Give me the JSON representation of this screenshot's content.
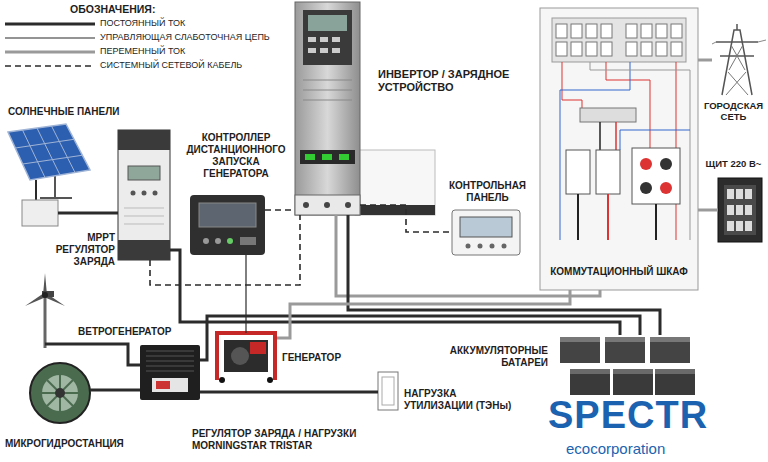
{
  "diagram": {
    "nodes": [
      {
        "text": [
          "СОЛНЕЧНЫЕ ПАНЕЛИ"
        ]
      },
      {
        "text": [
          "MPPT РЕГУЛЯТОР ЗАРЯДА"
        ]
      },
      {
        "text": [
          "КОНТРОЛЛЕР ДИСТАНЦИОННОГО ЗАПУСКА ГЕНЕРАТОРА"
        ]
      },
      {
        "text": [
          "ИНВЕРТОР / ЗАРЯДНОЕ УСТРОЙСТВО"
        ]
      },
      {
        "text": [
          "КОНТРОЛЬНАЯ ПАНЕЛЬ"
        ]
      },
      {
        "text": [
          "КОММУТАЦИОННЫЙ ШКАФ"
        ]
      },
      {
        "text": [
          "ГОРОДСКАЯ СЕТЬ"
        ]
      },
      {
        "text": [
          "ЩИТ 220 В~"
        ]
      },
      {
        "text": [
          "ВЕТРОГЕНЕРАТОР"
        ]
      },
      {
        "text": [
          "МИКРОГИДРОСТАНЦИЯ"
        ]
      },
      {
        "text": [
          "РЕГУЛЯТОР ЗАРЯДА / НАГРУЗКИ MORNINGSTAR TRISTAR"
        ]
      },
      {
        "text": [
          "ГЕНЕРАТОР"
        ]
      },
      {
        "text": [
          "НАГРУЗКА УТИЛИЗАЦИИ (ТЭНы)"
        ]
      },
      {
        "text": [
          "АККУМУЛЯТОРНЫЕ БАТАРЕИ"
        ]
      }
    ],
    "edges": [
      {
        "from": 0,
        "to": 1,
        "arrow": "none"
      },
      {
        "from": 1,
        "to": 3,
        "arrow": "none"
      },
      {
        "from": 1,
        "to": 13,
        "arrow": "none"
      },
      {
        "from": 2,
        "to": 3,
        "arrow": "none"
      },
      {
        "from": 2,
        "to": 11,
        "arrow": "none"
      },
      {
        "from": 3,
        "to": 4,
        "arrow": "none"
      },
      {
        "from": 3,
        "to": 5,
        "arrow": "none"
      },
      {
        "from": 3,
        "to": 13,
        "arrow": "none"
      },
      {
        "from": 5,
        "to": 6,
        "arrow": "none"
      },
      {
        "from": 5,
        "to": 7,
        "arrow": "none"
      },
      {
        "from": 8,
        "to": 10,
        "arrow": "none"
      },
      {
        "from": 9,
        "to": 10,
        "arrow": "none"
      },
      {
        "from": 10,
        "to": 12,
        "arrow": "none"
      },
      {
        "from": 10,
        "to": 13,
        "arrow": "none"
      },
      {
        "from": 11,
        "to": 5,
        "arrow": "none"
      }
    ],
    "labels": [
      "ОБОЗНАЧЕНИЯ:",
      "SPECTR",
      "ecocorporation"
    ],
    "legend": [
      {
        "text": "ПОСТОЯННЫЙ ТОК"
      },
      {
        "text": "УПРАВЛЯЮЩАЯ СЛАБОТОЧНАЯ ЦЕПЬ"
      },
      {
        "text": "ПЕРЕМЕННЫЙ ТОК"
      },
      {
        "text": "СИСТЕМНЫЙ СЕТЕВОЙ КАБЕЛЬ"
      }
    ]
  }
}
